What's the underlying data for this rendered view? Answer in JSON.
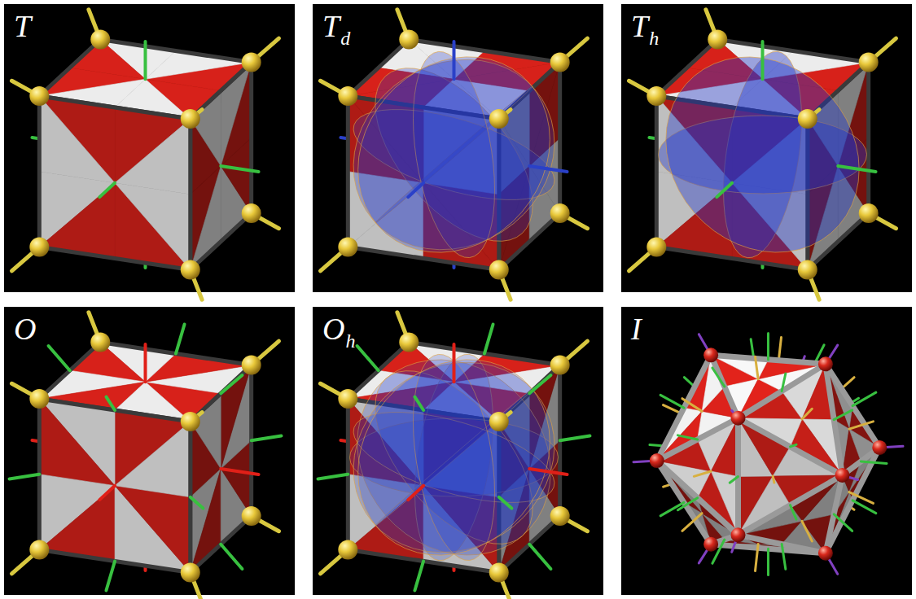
{
  "diagram": {
    "labels": [
      "T",
      "T",
      "d",
      "T",
      "h",
      "O",
      "O",
      "h",
      "I"
    ]
  }
}
